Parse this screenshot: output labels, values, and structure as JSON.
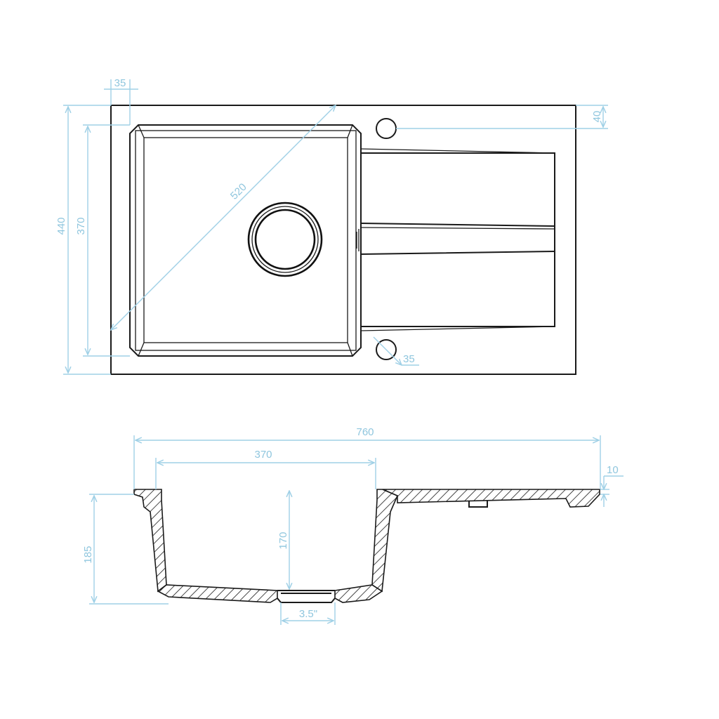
{
  "top_view": {
    "dim_flange": "35",
    "dim_diagonal": "520",
    "dim_tap_offset": "40",
    "dim_total_depth": "440",
    "dim_bowl_depth": "370",
    "dim_hole": "35"
  },
  "section_view": {
    "dim_total_width": "760",
    "dim_bowl_width": "370",
    "dim_rim": "10",
    "dim_total_height": "185",
    "dim_bowl_height": "170",
    "dim_drain": "3.5\""
  },
  "colors": {
    "outline": "#1a1a1a",
    "dimension": "#9fd0e6"
  }
}
